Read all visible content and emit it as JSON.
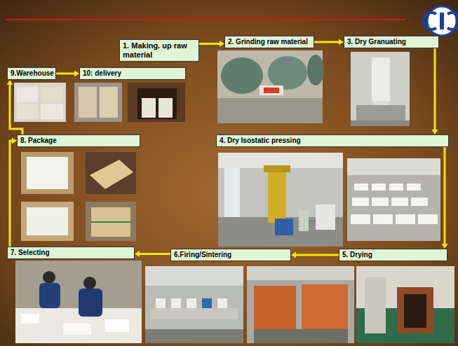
{
  "diagram": {
    "nodes": [
      {
        "text": [
          "1. Making. up raw material"
        ]
      },
      {
        "text": [
          "2. Grinding raw material"
        ]
      },
      {
        "text": [
          "3. Dry Granuating"
        ]
      },
      {
        "text": [
          "4. Dry Isostatic pressing"
        ]
      },
      {
        "text": [
          "5. Drying"
        ]
      },
      {
        "text": [
          "6.Firing/Sintering"
        ]
      },
      {
        "text": [
          "7. Selecting"
        ]
      },
      {
        "text": [
          "8. Package"
        ]
      },
      {
        "text": [
          "9.Warehouse"
        ]
      },
      {
        "text": [
          "10: delivery"
        ]
      }
    ],
    "edges": [
      {
        "from": 0,
        "to": 1,
        "arrow": "to"
      },
      {
        "from": 1,
        "to": 2,
        "arrow": "to"
      },
      {
        "from": 2,
        "to": 3,
        "arrow": "to"
      },
      {
        "from": 3,
        "to": 4,
        "arrow": "to"
      },
      {
        "from": 4,
        "to": 5,
        "arrow": "to"
      },
      {
        "from": 5,
        "to": 6,
        "arrow": "to"
      },
      {
        "from": 6,
        "to": 7,
        "arrow": "to"
      },
      {
        "from": 7,
        "to": 8,
        "arrow": "to"
      },
      {
        "from": 8,
        "to": 9,
        "arrow": "to"
      }
    ]
  }
}
